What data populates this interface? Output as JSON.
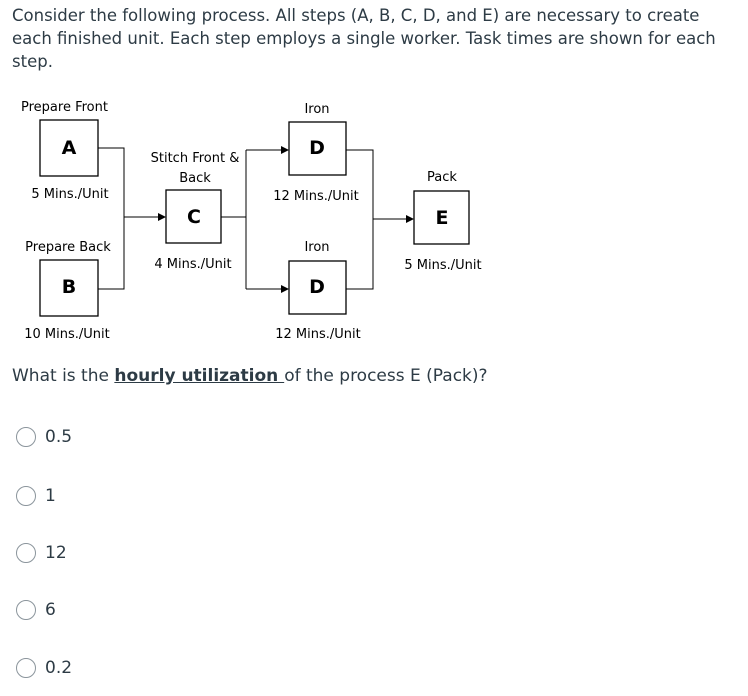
{
  "intro": "Consider the following process. All steps (A, B, C, D, and E) are necessary to create each finished unit. Each step employs a single worker. Task times are shown for each step.",
  "diagram": {
    "prepare_front_label": "Prepare Front",
    "box_a": "A",
    "a_time": "5 Mins./Unit",
    "prepare_back_label": "Prepare Back",
    "box_b": "B",
    "b_time": "10 Mins./Unit",
    "stitch_label_line1": "Stitch Front &",
    "stitch_label_line2": "Back",
    "box_c": "C",
    "c_time": "4 Mins./Unit",
    "iron_top_label": "Iron",
    "box_d_top": "D",
    "d_top_time": "12 Mins./Unit",
    "iron_bottom_label": "Iron",
    "box_d_bottom": "D",
    "d_bottom_time": "12 Mins./Unit",
    "pack_label": "Pack",
    "box_e": "E",
    "e_time": "5 Mins./Unit"
  },
  "question": {
    "before": "What is the ",
    "keyword": "hourly utilization ",
    "after": "of the process E (Pack)?"
  },
  "options": [
    "0.5",
    "1",
    "12",
    "6",
    "0.2"
  ]
}
